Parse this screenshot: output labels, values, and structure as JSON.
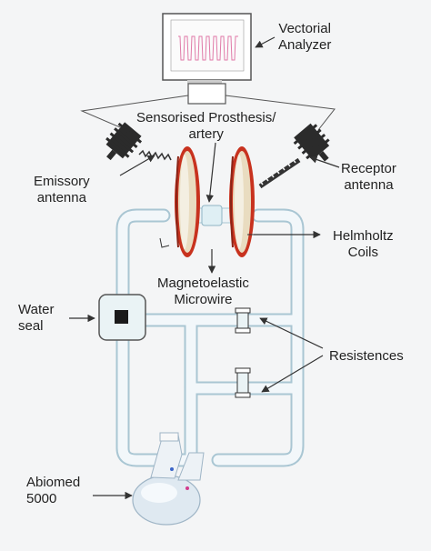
{
  "labels": {
    "vectorial_analyzer": [
      "Vectorial",
      "Analyzer"
    ],
    "sensorised_prosthesis": [
      "Sensorised Prosthesis/",
      "artery"
    ],
    "emissory_antenna": [
      "Emissory",
      "antenna"
    ],
    "receptor_antenna": [
      "Receptor",
      "antenna"
    ],
    "helmholtz_coils": [
      "Helmholtz",
      "Coils"
    ],
    "magnetoelastic_microwire": [
      "Magnetoelastic",
      "Microwire"
    ],
    "water_seal": [
      "Water",
      "seal"
    ],
    "resistences": "Resistences",
    "abiomed": [
      "Abiomed",
      "5000"
    ]
  },
  "colors": {
    "background": "#f4f5f6",
    "tube_fill": "#f2f7fa",
    "tube_edge": "#a9c6d3",
    "coil_red": "#c8321e",
    "coil_cream": "#e9dcc0",
    "monitor_trace": "#e07aa8",
    "line": "#333333"
  },
  "icons": [
    "monitor-icon",
    "antenna-icon",
    "coil-icon",
    "water-seal-icon",
    "resistor-icon",
    "pump-icon"
  ]
}
